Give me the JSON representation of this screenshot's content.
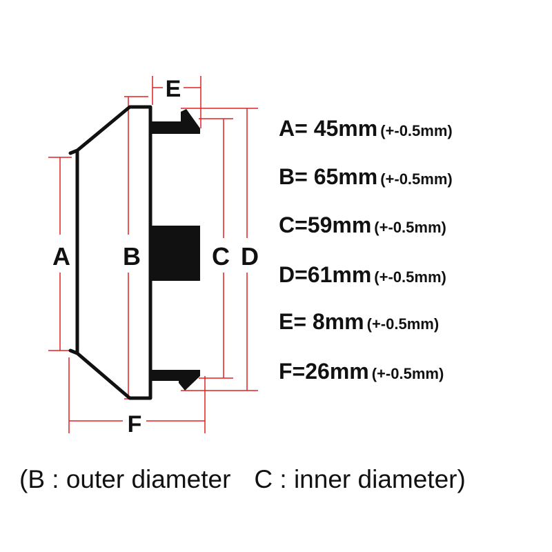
{
  "dimension_labels": {
    "A": "A",
    "B": "B",
    "C": "C",
    "D": "D",
    "E": "E",
    "F": "F"
  },
  "specs": [
    {
      "key": "A",
      "main": "A= 45mm",
      "tolerance": "(+-0.5mm)"
    },
    {
      "key": "B",
      "main": "B= 65mm",
      "tolerance": "(+-0.5mm)"
    },
    {
      "key": "C",
      "main": "C=59mm",
      "tolerance": "(+-0.5mm)"
    },
    {
      "key": "D",
      "main": "D=61mm",
      "tolerance": "(+-0.5mm)"
    },
    {
      "key": "E",
      "main": "E= 8mm",
      "tolerance": "(+-0.5mm)"
    },
    {
      "key": "F",
      "main": "F=26mm",
      "tolerance": "(+-0.5mm)"
    }
  ],
  "caption": {
    "left": "(B : outer diameter",
    "right": "C : inner diameter)"
  },
  "colors": {
    "outline": "#111111",
    "dimension_line": "#e02020",
    "background": "#ffffff"
  }
}
